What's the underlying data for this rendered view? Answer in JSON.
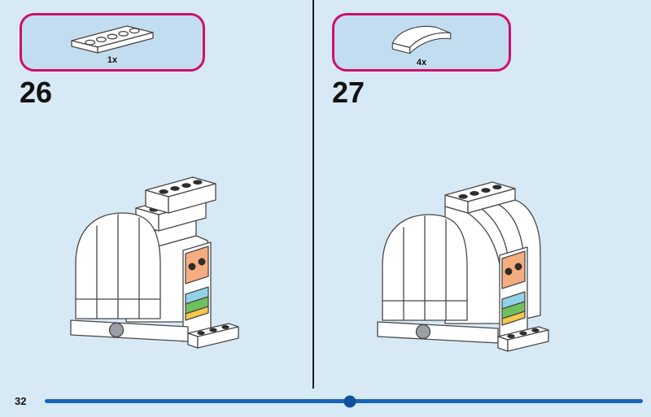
{
  "colors": {
    "page_background": "#d8e9f6",
    "callout_fill": "#c3ddf0",
    "callout_border": "#cf0f6a",
    "progress_track": "#1766b8",
    "progress_marker": "#10529e",
    "divider": "#1a1a1a",
    "face_orange": "#f5ad80",
    "stripe_blue": "#92d2e9",
    "stripe_green": "#71c05e",
    "stripe_yellow": "#f4c84a",
    "wheel_gray": "#9aa0a5"
  },
  "panels": [
    {
      "step_number": "26",
      "part": {
        "icon": "plate-piece-icon",
        "quantity": "1x"
      }
    },
    {
      "step_number": "27",
      "part": {
        "icon": "curved-slope-piece-icon",
        "quantity": "4x"
      }
    }
  ],
  "footer": {
    "page_number": "32",
    "progress_percent": 51
  }
}
